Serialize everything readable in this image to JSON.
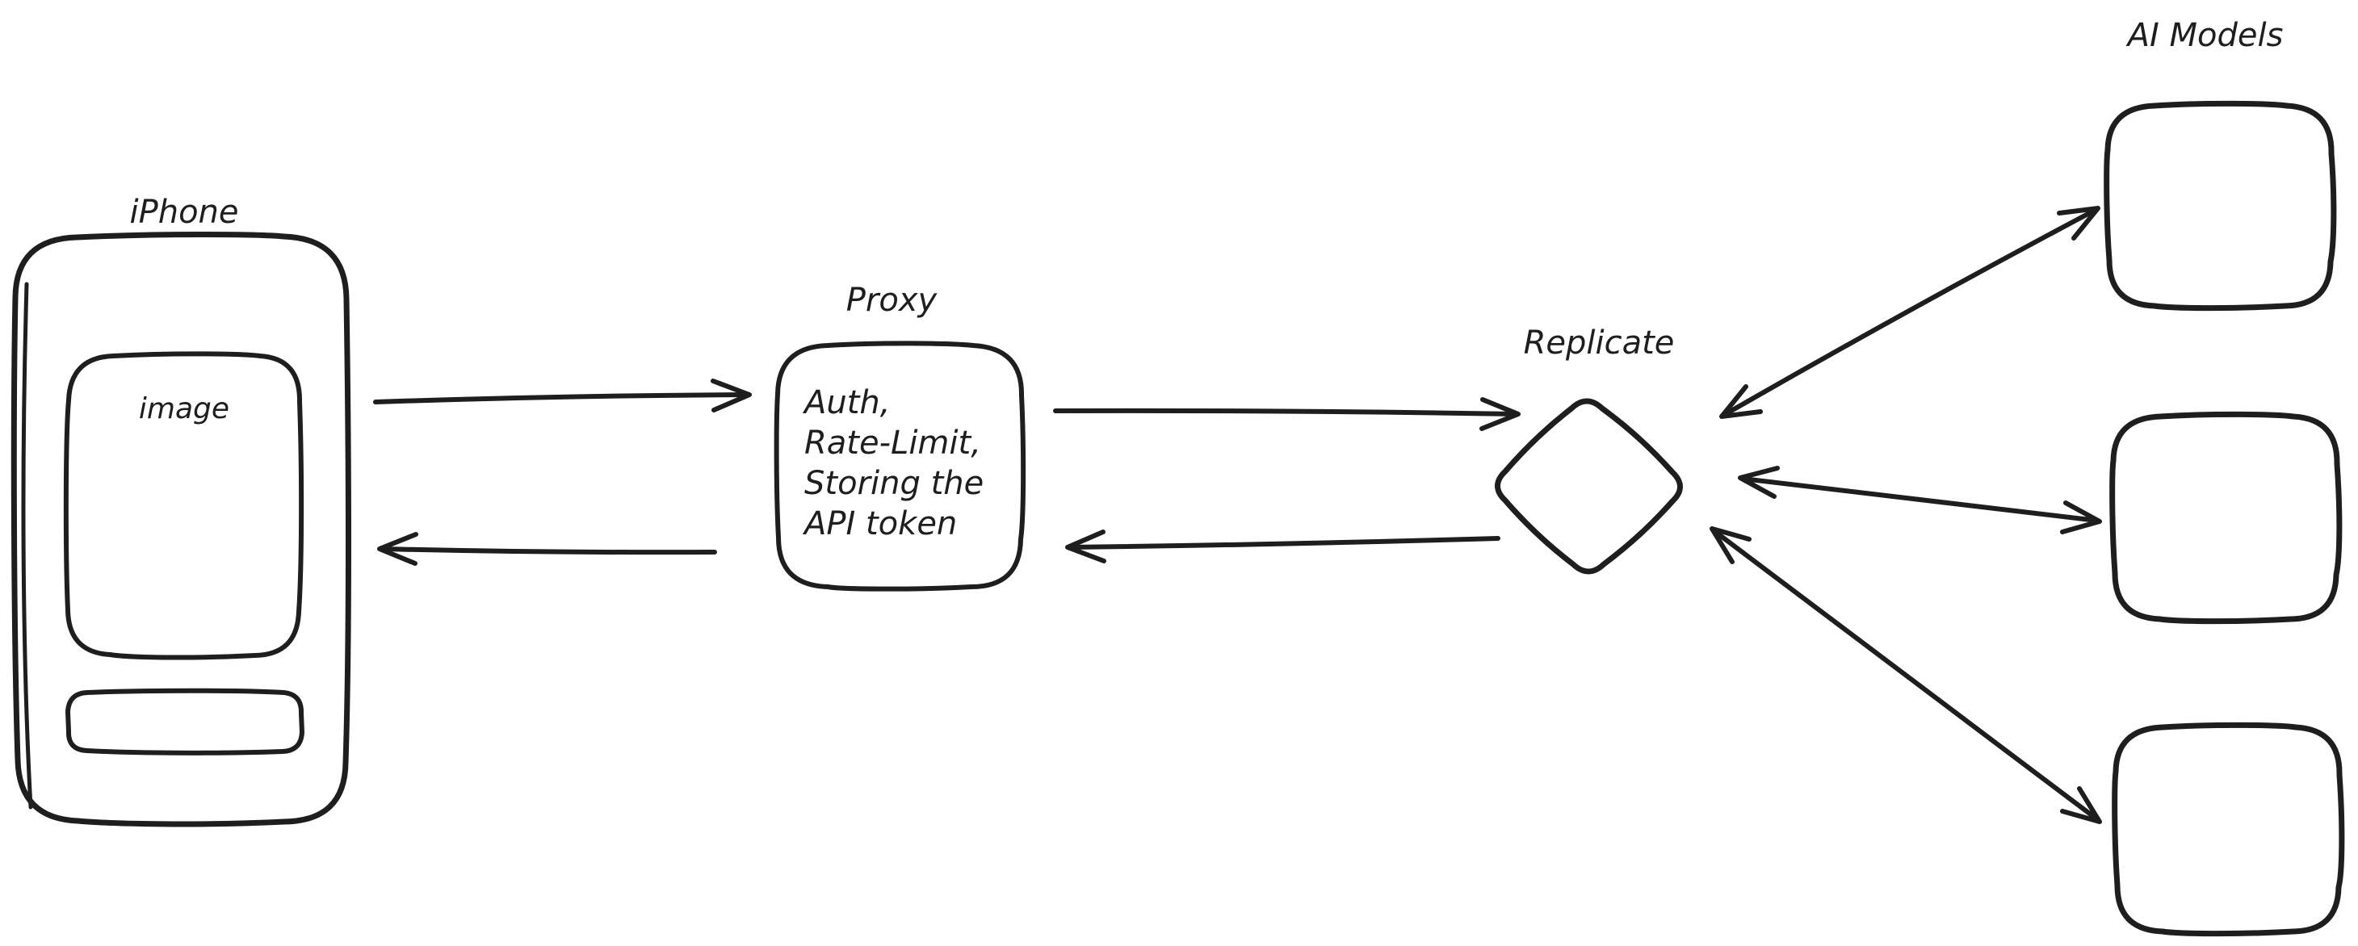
{
  "diagram": {
    "background_color": "#ffffff",
    "stroke_color": "#1e1e1e",
    "style": "hand-drawn whiteboard sketch",
    "nodes": {
      "iphone": {
        "label": "iPhone",
        "screen_label": "image",
        "parts": [
          "phone body",
          "screen area",
          "home bar"
        ]
      },
      "proxy": {
        "label": "Proxy",
        "body_lines": [
          "Auth,",
          "Rate-Limit,",
          "Storing the",
          "API token"
        ]
      },
      "replicate": {
        "label": "Replicate",
        "shape": "diamond"
      },
      "ai_models": {
        "label": "AI Models",
        "box_count": 3
      }
    },
    "edges": [
      {
        "from": "iphone",
        "to": "proxy",
        "direction": "one-way"
      },
      {
        "from": "proxy",
        "to": "iphone",
        "direction": "one-way"
      },
      {
        "from": "proxy",
        "to": "replicate",
        "direction": "one-way"
      },
      {
        "from": "replicate",
        "to": "proxy",
        "direction": "one-way"
      },
      {
        "from": "replicate",
        "to": "ai-model-1",
        "direction": "two-way"
      },
      {
        "from": "replicate",
        "to": "ai-model-2",
        "direction": "two-way"
      },
      {
        "from": "replicate",
        "to": "ai-model-3",
        "direction": "two-way"
      }
    ]
  }
}
